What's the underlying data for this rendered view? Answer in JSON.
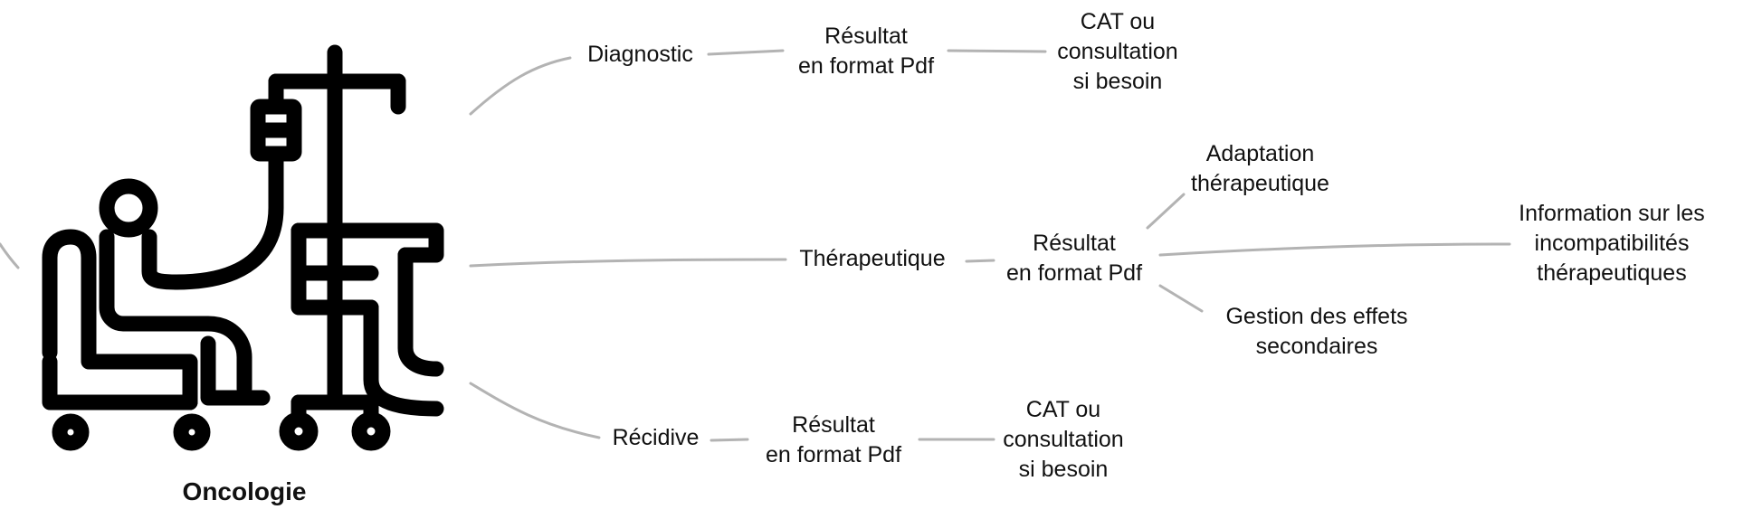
{
  "root": {
    "label": "Oncologie",
    "icon": "chemotherapy-patient-iv-icon"
  },
  "branches": [
    {
      "label": "Diagnostic",
      "result": "Résultat\nen format Pdf",
      "action": "CAT ou\nconsultation\nsi besoin"
    },
    {
      "label": "Thérapeutique",
      "result": "Résultat\nen format Pdf",
      "children": [
        "Adaptation\nthérapeutique",
        "Information sur les\nincompatibilités\nthérapeutiques",
        "Gestion des effets\nsecondaires"
      ]
    },
    {
      "label": "Récidive",
      "result": "Résultat\nen format Pdf",
      "action": "CAT ou\nconsultation\nsi besoin"
    }
  ],
  "colors": {
    "connector": "#b3b3b3",
    "icon": "#000000",
    "text": "#111111"
  }
}
